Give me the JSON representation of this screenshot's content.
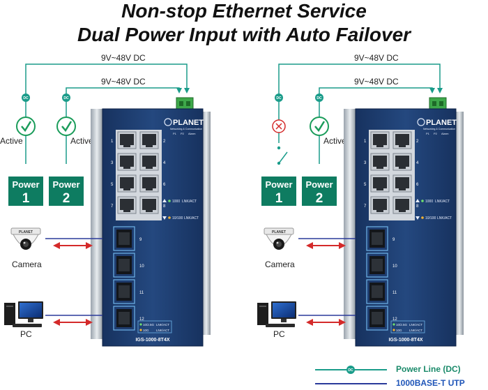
{
  "title": {
    "line1": "Non-stop Ethernet Service",
    "line2": "Dual Power Input with Auto Failover"
  },
  "voltage_label": "9V~48V DC",
  "dc_badge": "DC",
  "status": {
    "active": "Active"
  },
  "power_units": [
    {
      "label": "Power",
      "number": "1"
    },
    {
      "label": "Power",
      "number": "2"
    }
  ],
  "devices": {
    "camera": "Camera",
    "pc": "PC",
    "camera_brand": "PLANET"
  },
  "switch": {
    "brand": "PLANET",
    "tagline": "Networking & Communication",
    "model": "IGS-1000-8T4X",
    "led_labels": [
      "P1",
      "P2",
      "Alarm"
    ],
    "port_numbers_left": [
      "1",
      "3",
      "5",
      "7"
    ],
    "port_numbers_right": [
      "2",
      "4",
      "6",
      "8"
    ],
    "sfp_numbers": [
      "9",
      "10",
      "11",
      "12"
    ],
    "legend_1000": "1000",
    "legend_lnk": "LNK/ACT",
    "legend_10100": "10/100",
    "sfp_legend_1": "10/2.5G",
    "sfp_legend_2": "10G",
    "sfp_legend_lnk": "LNK/ACT"
  },
  "legend": {
    "power_line": "Power Line (DC)",
    "utp": "1000BASE-T UTP"
  },
  "colors": {
    "teal": "#1a9c8a",
    "green_dark": "#0e7c61",
    "navy": "#1d3f7a",
    "blue_line": "#2a3a9a",
    "red": "#d42a2a",
    "legend_teal": "#1a8a6a",
    "legend_blue": "#1f55b8"
  }
}
